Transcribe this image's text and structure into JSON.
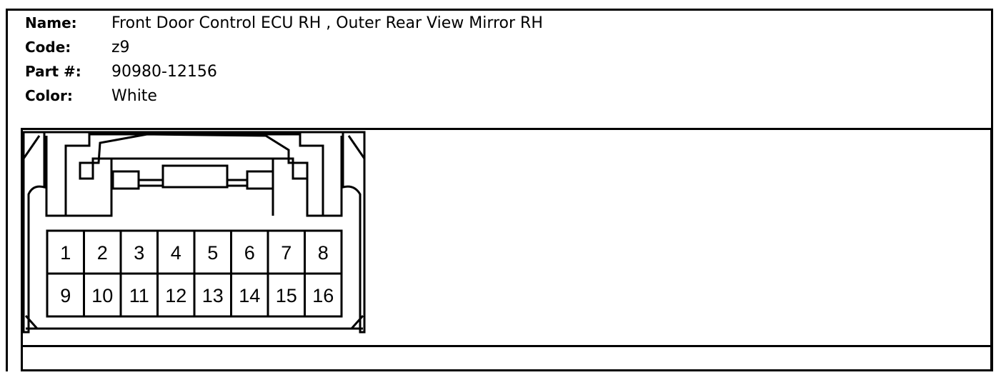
{
  "info": {
    "name_label": "Name:",
    "name_value": "Front Door Control ECU RH , Outer Rear View Mirror RH",
    "code_label": "Code:",
    "code_value": "z9",
    "part_label": "Part #:",
    "part_value": "90980-12156",
    "color_label": "Color:",
    "color_value": "White"
  },
  "connector": {
    "pins_row1": [
      "1",
      "2",
      "3",
      "4",
      "5",
      "6",
      "7",
      "8"
    ],
    "pins_row2": [
      "9",
      "10",
      "11",
      "12",
      "13",
      "14",
      "15",
      "16"
    ]
  }
}
